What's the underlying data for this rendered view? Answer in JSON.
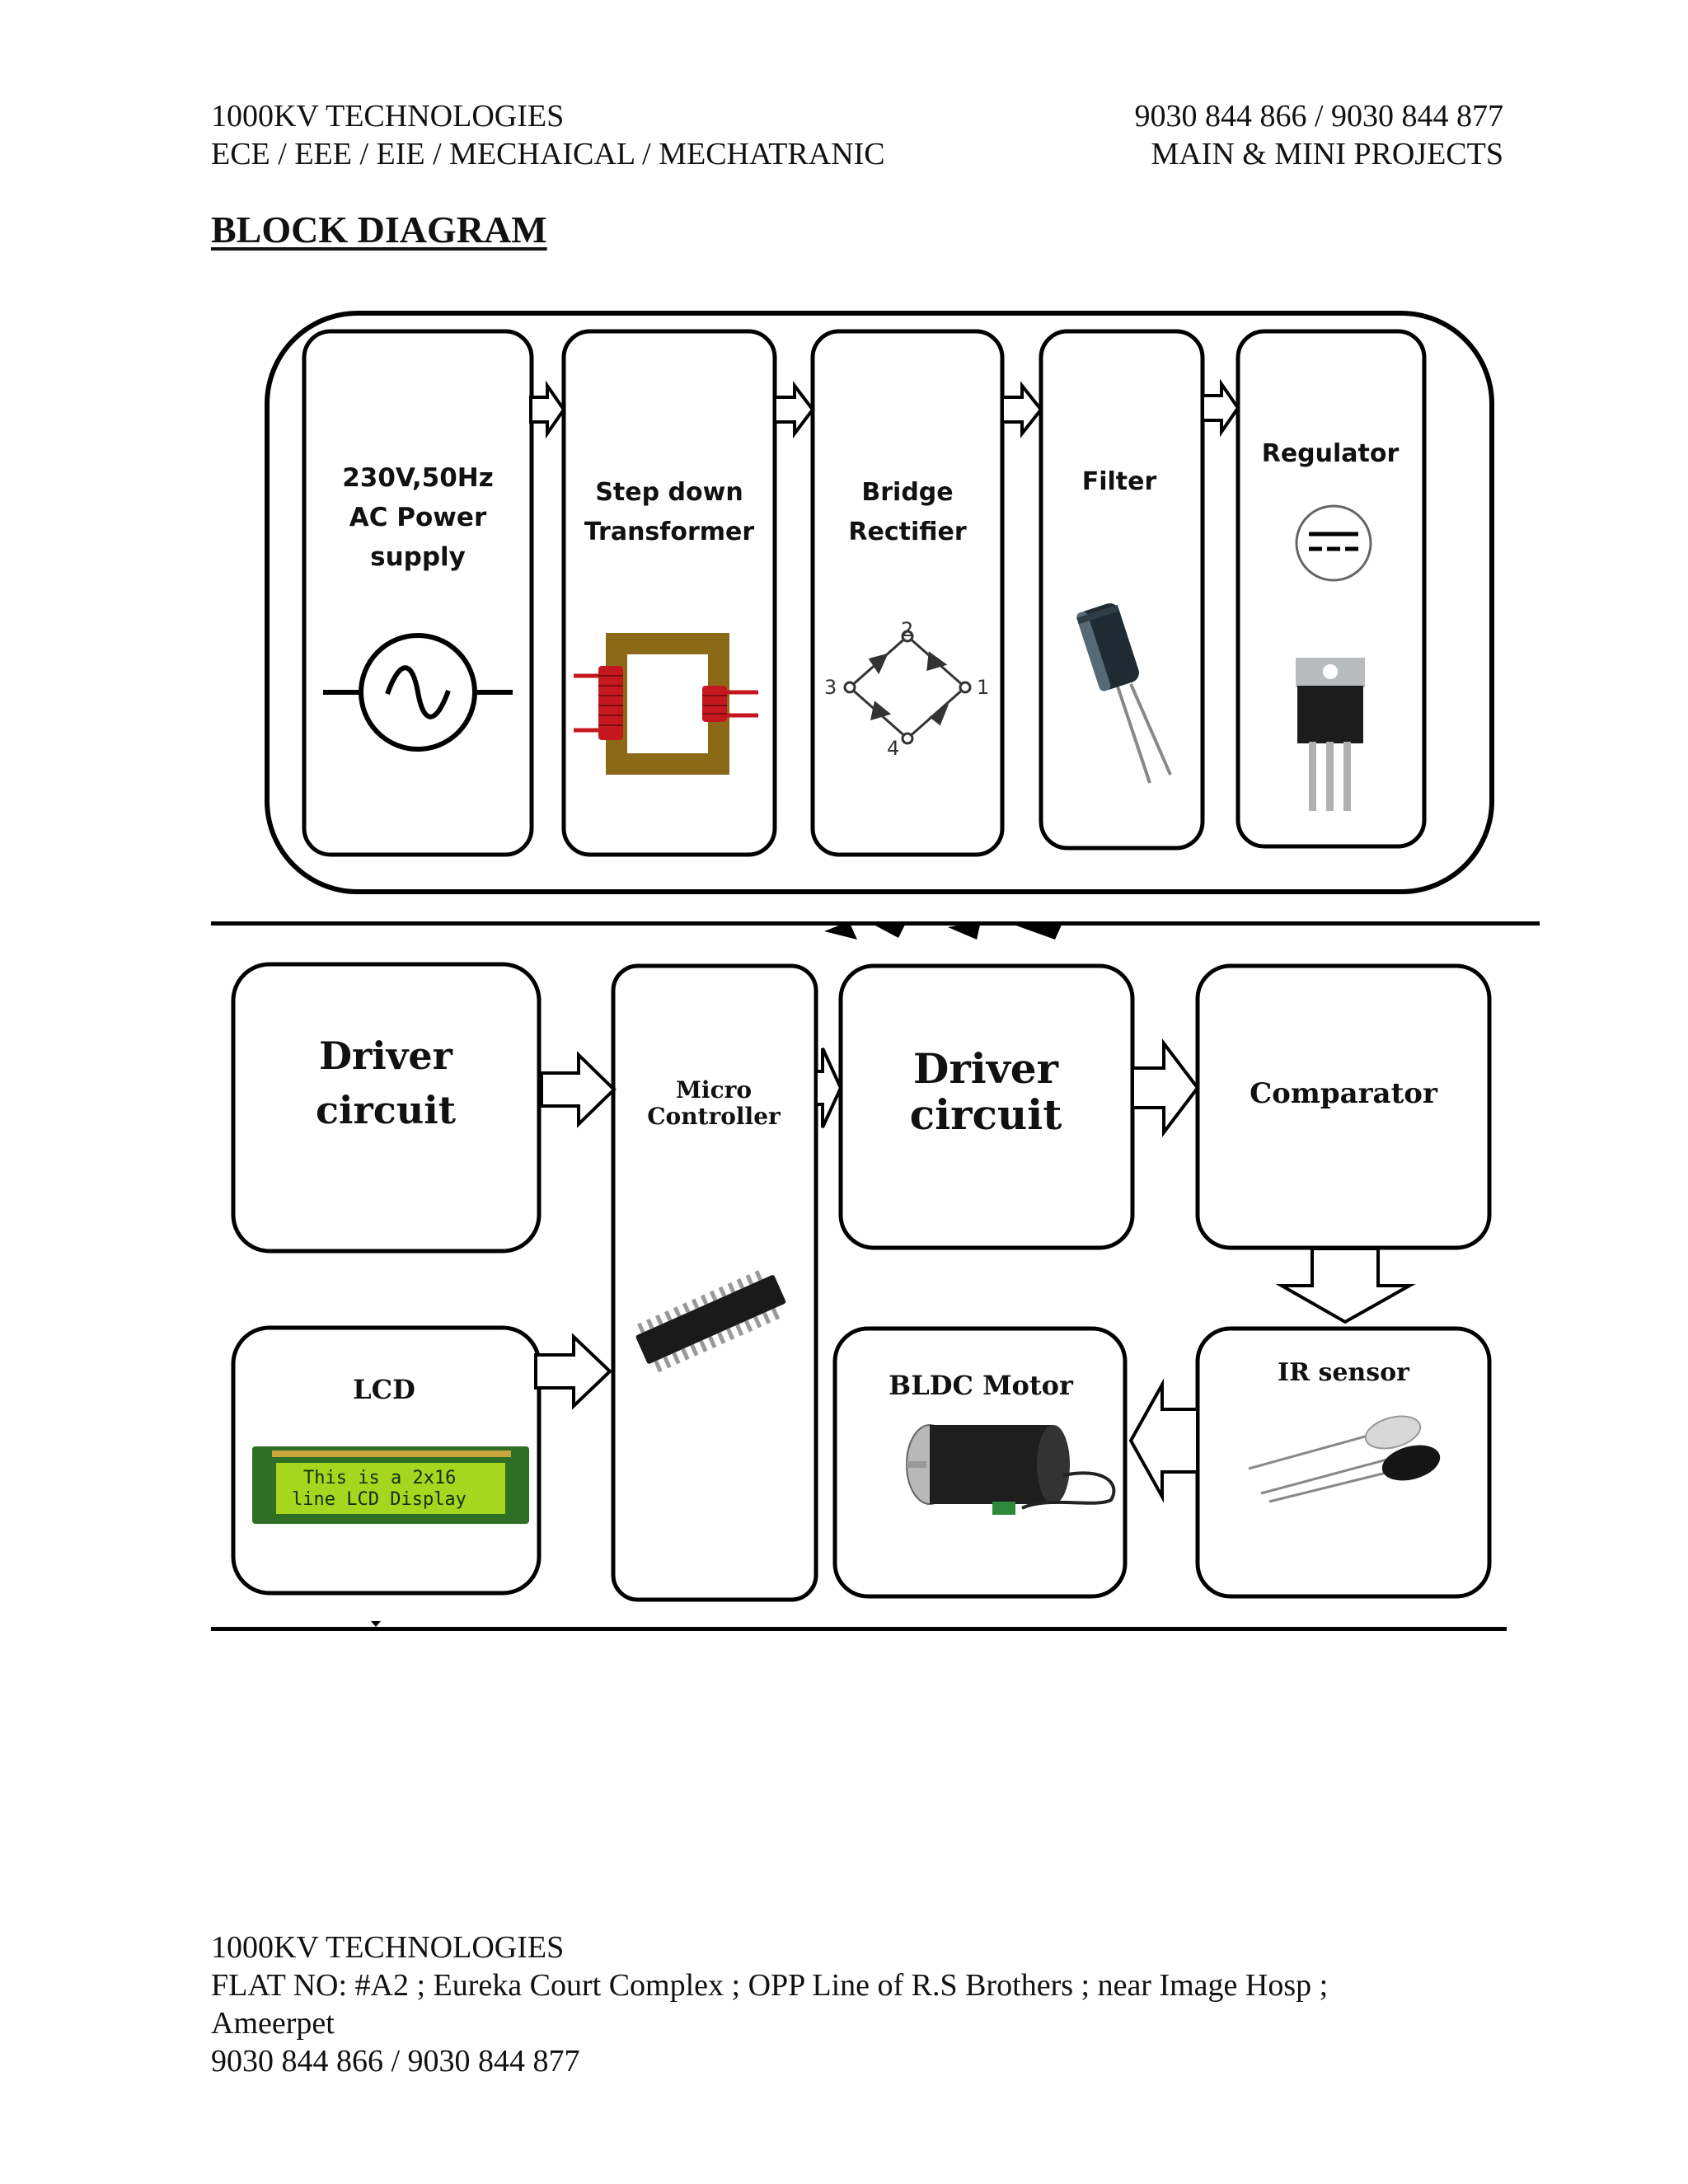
{
  "header": {
    "company": "1000KV TECHNOLOGIES",
    "branches": "ECE / EEE / EIE / MECHAICAL / MECHATRANIC",
    "phones": "9030 844 866 / 9030 844 877",
    "projects": "MAIN & MINI PROJECTS"
  },
  "title": "BLOCK DIAGRAM",
  "power_section": {
    "ac_supply": [
      "230V,50Hz",
      "AC Power",
      "supply"
    ],
    "transformer": [
      "Step down",
      "Transformer"
    ],
    "rectifier": [
      "Bridge",
      "Rectifier"
    ],
    "filter": "Filter",
    "regulator": "Regulator",
    "rectifier_nodes": [
      "1",
      "2",
      "3",
      "4"
    ]
  },
  "control_section": {
    "driver_left": [
      "Driver",
      "circuit"
    ],
    "microcontroller": [
      "Micro",
      "Controller"
    ],
    "driver_right": [
      "Driver",
      "circuit"
    ],
    "comparator": "Comparator",
    "lcd": "LCD",
    "lcd_screen": [
      "This is a 2x16",
      "line LCD Display"
    ],
    "bldc_motor": "BLDC Motor",
    "ir_sensor": "IR sensor"
  },
  "footer": {
    "company": "1000KV TECHNOLOGIES",
    "address_1": "FLAT NO: #A2 ; Eureka Court Complex ; OPP Line of R.S Brothers ; near Image Hosp ;",
    "address_2": "Ameerpet",
    "phones": "9030 844 866 / 9030 844 877"
  }
}
